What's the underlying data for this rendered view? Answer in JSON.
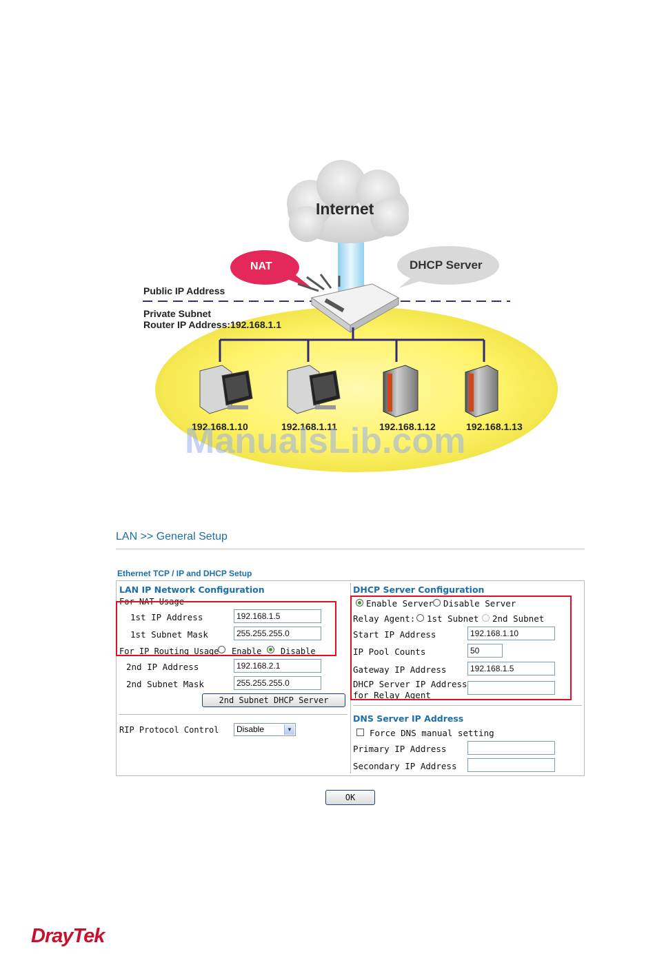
{
  "diagram": {
    "cloud_label": "Internet",
    "nat_label": "NAT",
    "dhcp_label": "DHCP Server",
    "public_ip_label": "Public IP Address",
    "private_subnet_label": "Private Subnet",
    "router_ip_label": "Router IP Address:192.168.1.1",
    "hosts": [
      "192.168.1.10",
      "192.168.1.11",
      "192.168.1.12",
      "192.168.1.13"
    ],
    "watermark": "ManualsLib.com"
  },
  "ui": {
    "page_title": "LAN >> General Setup",
    "section_title": "Ethernet TCP / IP and DHCP Setup",
    "lan": {
      "title": "LAN IP Network Configuration",
      "nat_usage_label": "For NAT Usage",
      "ip1_label": "1st  IP Address",
      "ip1_value": "192.168.1.5",
      "mask1_label": "1st  Subnet Mask",
      "mask1_value": "255.255.255.0",
      "routing_label": "For IP Routing Usage",
      "enable_label": "Enable",
      "disable_label": "Disable",
      "routing_selected": "Disable",
      "ip2_label": "2nd IP Address",
      "ip2_value": "192.168.2.1",
      "mask2_label": "2nd Subnet Mask",
      "mask2_value": "255.255.255.0",
      "dhcp2_button": "2nd Subnet DHCP Server",
      "rip_label": "RIP Protocol Control",
      "rip_value": "Disable"
    },
    "dhcp": {
      "title": "DHCP Server Configuration",
      "enable_label": "Enable Server",
      "disable_label": "Disable Server",
      "server_selected": "Enable Server",
      "relay_label": "Relay Agent:",
      "relay_1st": "1st Subnet",
      "relay_2nd": "2nd Subnet",
      "start_ip_label": "Start IP Address",
      "start_ip_value": "192.168.1.10",
      "pool_label": "IP Pool Counts",
      "pool_value": "50",
      "gateway_label": "Gateway IP Address",
      "gateway_value": "192.168.1.5",
      "relay_ip_label_1": "DHCP Server IP Address",
      "relay_ip_label_2": " for Relay Agent",
      "relay_ip_value": ""
    },
    "dns": {
      "title": "DNS Server IP Address",
      "force_label": "Force DNS manual setting",
      "primary_label": "Primary IP Address",
      "primary_value": "",
      "secondary_label": "Secondary IP Address",
      "secondary_value": ""
    },
    "ok_button": "OK"
  },
  "footer": {
    "logo": "DrayTek"
  },
  "colors": {
    "accent": "#1c6fa8",
    "highlight": "#e01020",
    "brand": "#c8102e"
  }
}
